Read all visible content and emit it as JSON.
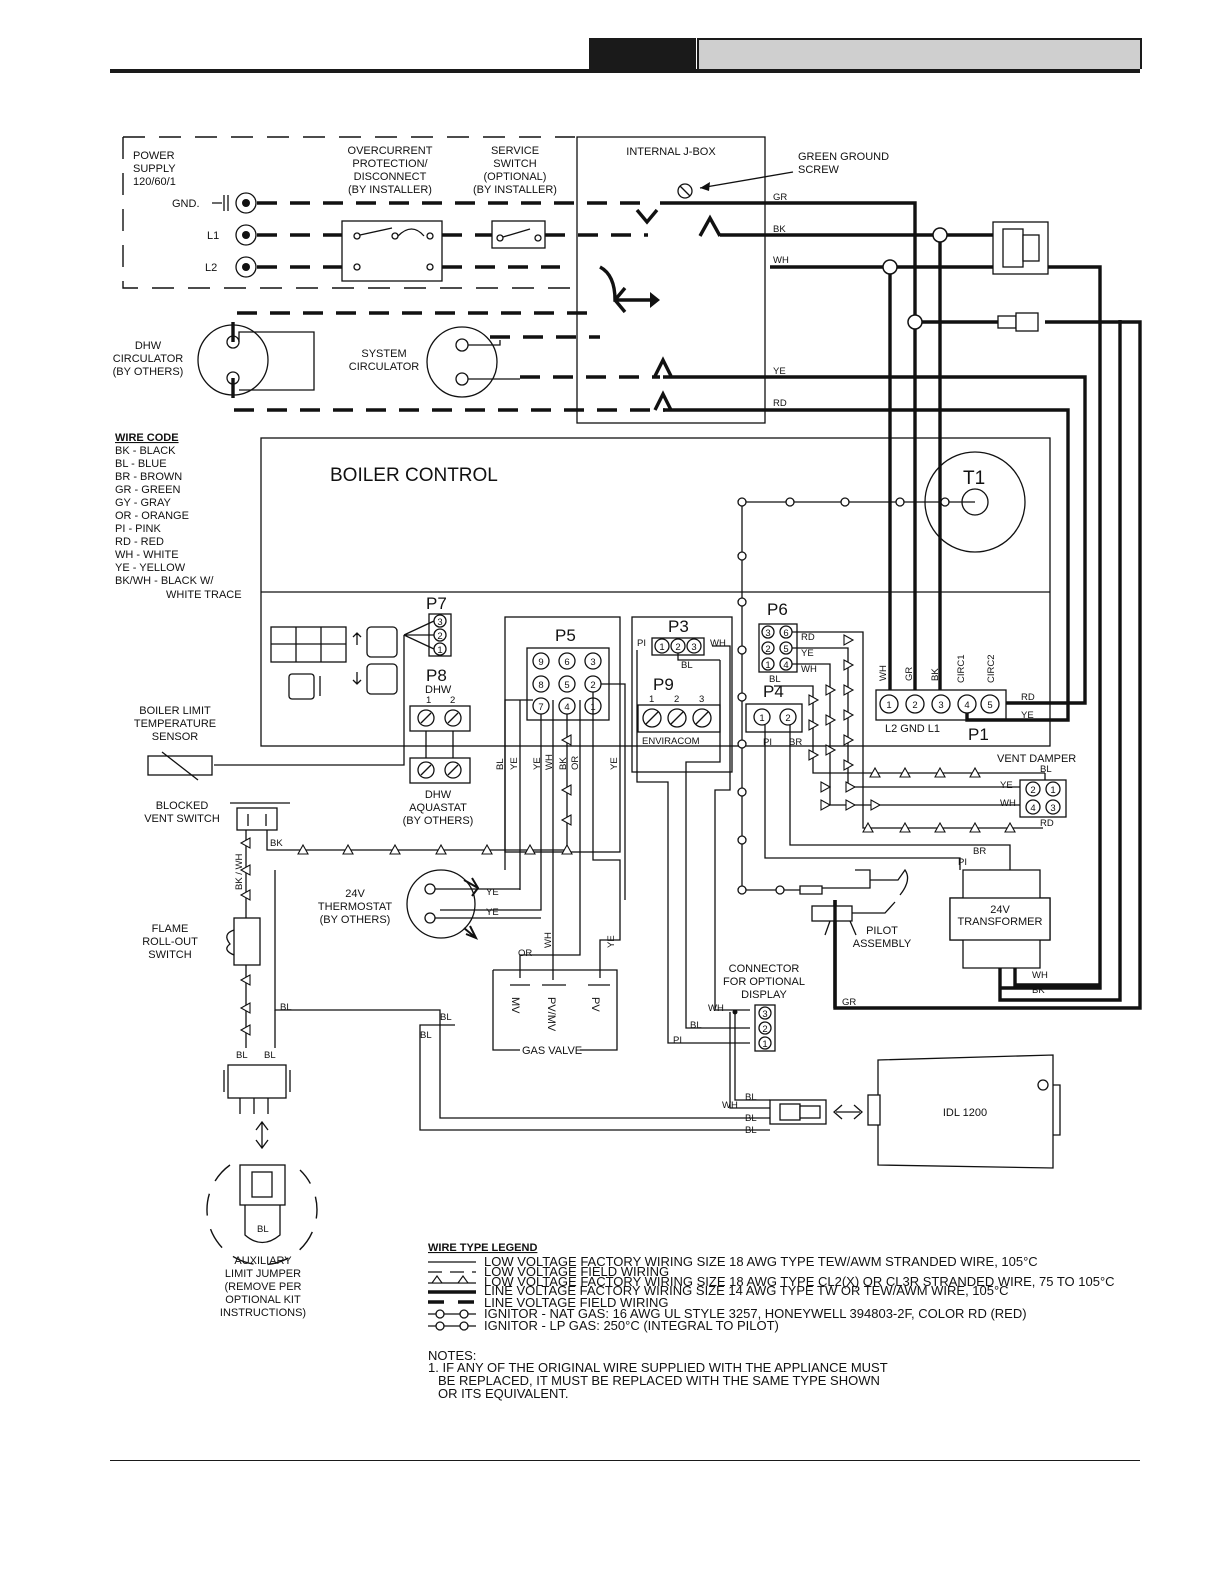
{
  "power": {
    "title": [
      "POWER",
      "SUPPLY",
      "120/60/1"
    ],
    "gnd": "GND.",
    "l1": "L1",
    "l2": "L2"
  },
  "overcurrent": [
    "OVERCURRENT",
    "PROTECTION/",
    "DISCONNECT",
    "(BY INSTALLER)"
  ],
  "service": [
    "SERVICE",
    "SWITCH",
    "(OPTIONAL)",
    "(BY INSTALLER)"
  ],
  "jbox": "INTERNAL J-BOX",
  "ground_screw": [
    "GREEN GROUND",
    "SCREW"
  ],
  "jbox_wires": {
    "gr": "GR",
    "bk": "BK",
    "wh": "WH",
    "ye": "YE",
    "rd": "RD"
  },
  "dhw_circ": [
    "DHW",
    "CIRCULATOR",
    "(BY OTHERS)"
  ],
  "sys_circ": [
    "SYSTEM",
    "CIRCULATOR"
  ],
  "wire_code": {
    "title": "WIRE CODE",
    "items": [
      "BK - BLACK",
      "BL - BLUE",
      "BR - BROWN",
      "GR - GREEN",
      "GY - GRAY",
      "OR - ORANGE",
      "PI - PINK",
      "RD - RED",
      "WH - WHITE",
      "YE - YELLOW",
      "BK/WH - BLACK W/",
      "WHITE TRACE"
    ]
  },
  "boiler_control": "BOILER CONTROL",
  "t1": "T1",
  "p7": {
    "label": "P7",
    "pins": [
      "3",
      "2",
      "1"
    ]
  },
  "p8": {
    "label": "P8",
    "sub": "DHW",
    "pins": [
      "1",
      "2"
    ]
  },
  "p5": {
    "label": "P5",
    "pins": [
      "9",
      "6",
      "3",
      "8",
      "5",
      "2",
      "7",
      "4",
      "1"
    ]
  },
  "p3": {
    "label": "P3",
    "left": "PI",
    "right": "WH",
    "bottom": "BL",
    "pins": [
      "1",
      "2",
      "3"
    ]
  },
  "p9": {
    "label": "P9",
    "pins": [
      "1",
      "2",
      "3"
    ],
    "name": "ENVIRACOM"
  },
  "p6": {
    "label": "P6",
    "pins": [
      "3",
      "6",
      "2",
      "5",
      "1",
      "4"
    ],
    "wires": [
      "RD",
      "YE",
      "WH",
      "BL"
    ]
  },
  "p4": {
    "label": "P4",
    "pins": [
      "1",
      "2"
    ],
    "wires": [
      "PI",
      "BR"
    ]
  },
  "p1": {
    "label": "P1",
    "pins": [
      "1",
      "2",
      "3",
      "4",
      "5"
    ],
    "top": [
      "WH",
      "GR",
      "BK",
      "CIRC1",
      "CIRC2"
    ],
    "bottom": "L2  GND  L1",
    "right": [
      "RD",
      "YE"
    ]
  },
  "vent_damper": {
    "label": "VENT DAMPER",
    "pins": [
      "2",
      "1",
      "4",
      "3"
    ],
    "wires": [
      "BL",
      "YE",
      "WH",
      "RD"
    ]
  },
  "limit_sensor": [
    "BOILER LIMIT",
    "TEMPERATURE",
    "SENSOR"
  ],
  "p5_wires": [
    "BL",
    "YE",
    "YE",
    "WH",
    "BK",
    "OR",
    "YE"
  ],
  "dhw_aquastat": [
    "DHW",
    "AQUASTAT",
    "(BY OTHERS)"
  ],
  "blocked_vent": [
    "BLOCKED",
    "VENT SWITCH"
  ],
  "bk_label": "BK",
  "bkwh_label": "BK / WH",
  "flame": [
    "FLAME",
    "ROLL-OUT",
    "SWITCH"
  ],
  "thermostat": [
    "24V",
    "THERMOSTAT",
    "(BY OTHERS)"
  ],
  "therm_wires": [
    "YE",
    "YE"
  ],
  "gas_valve": {
    "title": "GAS VALVE",
    "terms": [
      "MV",
      "PV/MV",
      "PV"
    ],
    "wires": [
      "OR",
      "WH",
      "YE"
    ]
  },
  "pilot": [
    "PILOT",
    "ASSEMBLY"
  ],
  "transformer": {
    "title": [
      "24V",
      "TRANSFORMER"
    ],
    "wires": [
      "BR",
      "PI",
      "WH",
      "BK",
      "GR"
    ]
  },
  "connector": {
    "title": [
      "CONNECTOR",
      "FOR OPTIONAL",
      "DISPLAY"
    ],
    "pins": [
      "3",
      "2",
      "1"
    ],
    "wires": [
      "WH",
      "BL",
      "PI"
    ]
  },
  "idl": "IDL 1200",
  "idl_wires": [
    "BL",
    "WH",
    "BL",
    "BL"
  ],
  "bl_labels": [
    "BL",
    "BL",
    "BL",
    "BL",
    "BL"
  ],
  "aux": {
    "title": [
      "AUXILIARY",
      "LIMIT JUMPER",
      "(REMOVE PER",
      "OPTIONAL KIT",
      "INSTRUCTIONS)"
    ],
    "inner": "BL"
  },
  "legend": {
    "title": "WIRE TYPE LEGEND",
    "items": [
      "LOW VOLTAGE FACTORY WIRING SIZE 18 AWG TYPE TEW/AWM STRANDED WIRE, 105°C",
      "LOW VOLTAGE FIELD WIRING",
      "LOW VOLTAGE FACTORY WIRING SIZE 18 AWG TYPE CL2(X) OR CL3R STRANDED WIRE, 75 TO 105°C",
      "LINE VOLTAGE FACTORY WIRING SIZE 14 AWG TYPE TW OR TEW/AWM WIRE, 105°C",
      "LINE VOLTAGE FIELD WIRING",
      "IGNITOR - NAT GAS: 16 AWG UL STYLE 3257, HONEYWELL 394803-2F, COLOR RD (RED)",
      "IGNITOR - LP GAS: 250°C (INTEGRAL TO PILOT)"
    ]
  },
  "notes": {
    "title": "NOTES:",
    "lines": [
      "1. IF ANY OF THE ORIGINAL WIRE SUPPLIED WITH THE APPLIANCE MUST",
      "BE REPLACED, IT MUST BE REPLACED WITH THE SAME TYPE SHOWN",
      "OR ITS EQUIVALENT."
    ]
  }
}
